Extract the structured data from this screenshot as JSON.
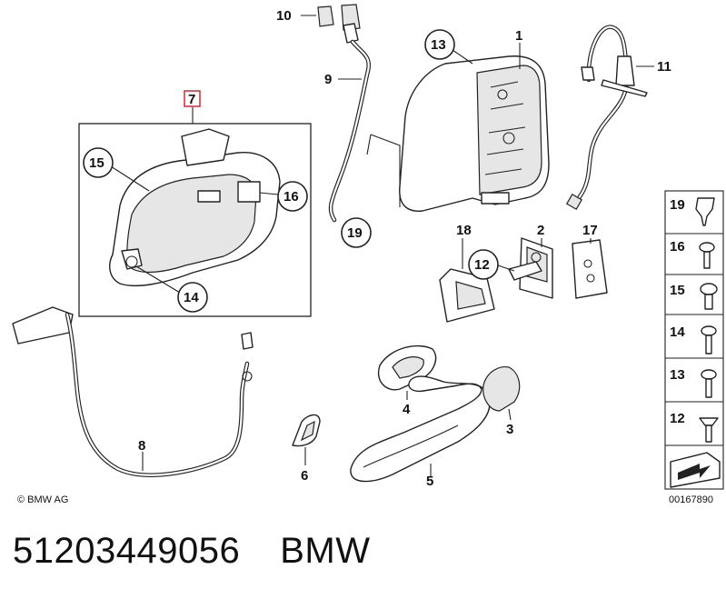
{
  "diagram": {
    "callouts": {
      "p1": "1",
      "p2": "2",
      "p3": "3",
      "p4": "4",
      "p5": "5",
      "p6": "6",
      "p7": "7",
      "p8": "8",
      "p9": "9",
      "p10": "10",
      "p11": "11",
      "p12": "12",
      "p13": "13",
      "p14": "14",
      "p15": "15",
      "p16": "16",
      "p17": "17",
      "p18": "18",
      "p19": "19"
    },
    "legend": [
      "19",
      "16",
      "15",
      "14",
      "13",
      "12"
    ],
    "copyright": "© BMW AG",
    "drawing_number": "00167890",
    "highlight_color": "#d9262c"
  },
  "footer": {
    "part_number": "51203449056",
    "brand": "BMW"
  }
}
